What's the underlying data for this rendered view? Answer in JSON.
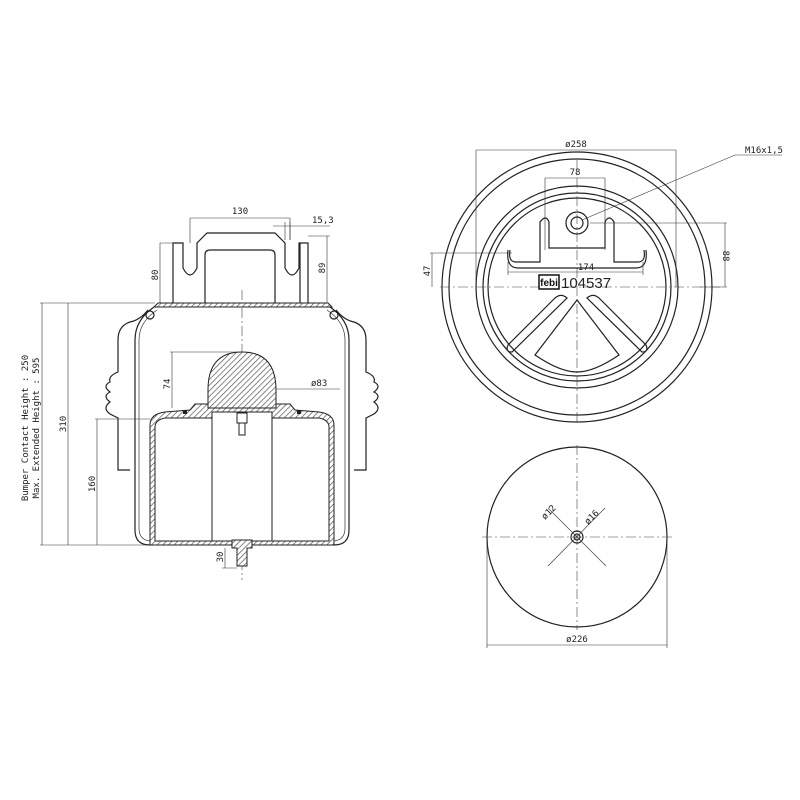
{
  "side_view": {
    "dimensions": {
      "top_width": "130",
      "bracket_offset": "15,3",
      "bracket_height_left": "80",
      "bracket_height_right": "89",
      "overall_height": "310",
      "bumper_height": "74",
      "bumper_diameter": "ø83",
      "piston_height": "160",
      "stud_length": "30"
    },
    "notes": {
      "bumper_contact": "Bumper Contact Height : 250",
      "max_extended": "Max. Extended Height : 595"
    }
  },
  "top_view": {
    "dimensions": {
      "outer_diameter": "ø258",
      "slot_spacing": "78",
      "thread": "M16x1,5",
      "bracket_width": "174",
      "offset_left": "47",
      "offset_right": "88"
    },
    "brand_logo": "febi",
    "part_number": "104537"
  },
  "bottom_view": {
    "dimensions": {
      "piston_diameter": "ø226",
      "hole_small": "ø12",
      "hole_large": "ø16"
    }
  }
}
